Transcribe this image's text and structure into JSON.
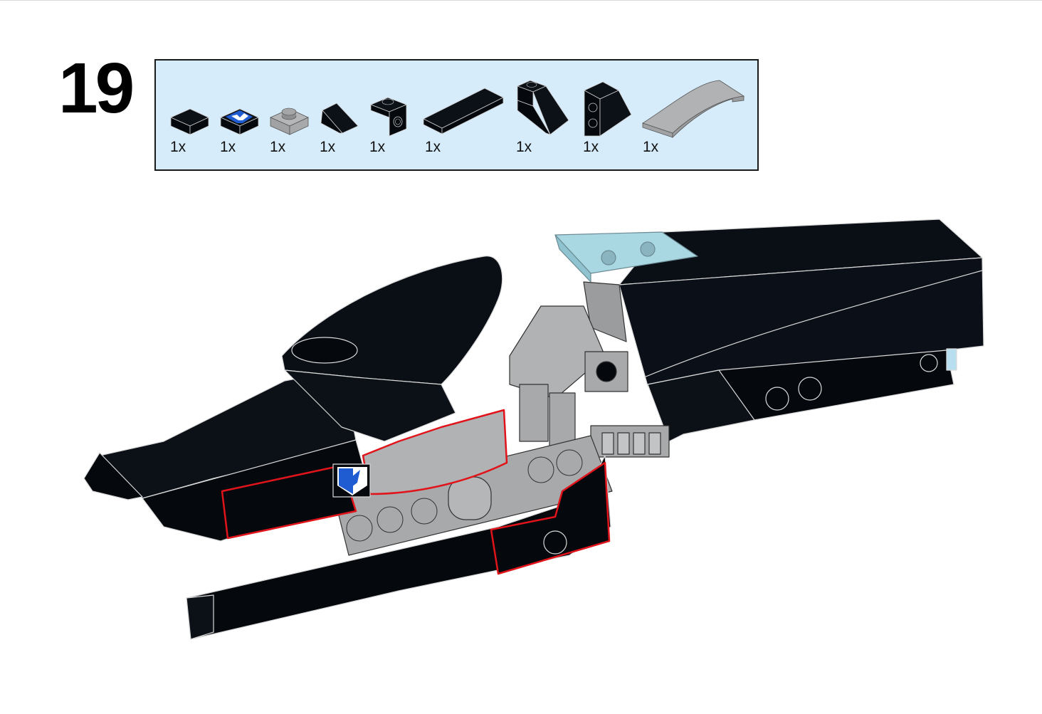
{
  "step": {
    "number": "19"
  },
  "parts_list": {
    "items": [
      {
        "name": "black-tile-1x1",
        "qty": "1x",
        "color": "#05080d"
      },
      {
        "name": "black-tile-1x1-printed-eagle",
        "qty": "1x",
        "color": "#05080d"
      },
      {
        "name": "grey-plate-1x1",
        "qty": "1x",
        "color": "#a7a9ab"
      },
      {
        "name": "black-slope-1x1",
        "qty": "1x",
        "color": "#05080d"
      },
      {
        "name": "black-bracket-1x1",
        "qty": "1x",
        "color": "#05080d"
      },
      {
        "name": "black-tile-1x4",
        "qty": "1x",
        "color": "#05080d"
      },
      {
        "name": "black-slope-2x1",
        "qty": "1x",
        "color": "#05080d"
      },
      {
        "name": "black-slope-2x2-studs",
        "qty": "1x",
        "color": "#05080d"
      },
      {
        "name": "grey-curved-slope-1x4",
        "qty": "1x",
        "color": "#a7a9ab"
      }
    ]
  },
  "colors": {
    "box_bg": "#d6ecfb",
    "black_brick": "#05080d",
    "grey_brick": "#a7a9ab",
    "highlight": "#e0141a",
    "trans_blue": "#a9d8e3",
    "print_blue": "#1f5bd1"
  }
}
